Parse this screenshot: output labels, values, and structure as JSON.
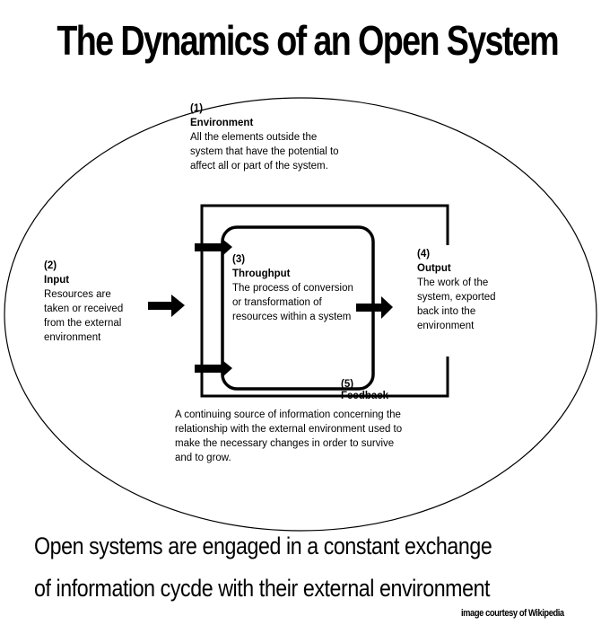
{
  "title": "The Dynamics of an Open System",
  "environment": {
    "number": "(1)",
    "name": "Environment",
    "text": "All the elements outside the system that have the potential to affect all or part of the system."
  },
  "input": {
    "number": "(2)",
    "name": "Input",
    "text": "Resources are taken or received from the external environment"
  },
  "throughput": {
    "number": "(3)",
    "name": "Throughput",
    "text": "The process of conversion or transformation of resources within a system"
  },
  "output": {
    "number": "(4)",
    "name": "Output",
    "text": "The work of the system, exported back into the environment"
  },
  "feedback": {
    "number": "(5)",
    "name": "Feedback",
    "text": "A continuing source of information concerning the relationship with the external environment used to make the necessary changes in order to survive and to grow."
  },
  "caption": {
    "line1": "Open systems are engaged in a constant exchange",
    "line2": "of information cycde with their external environment"
  },
  "credit": "image courtesy of Wikipedia"
}
